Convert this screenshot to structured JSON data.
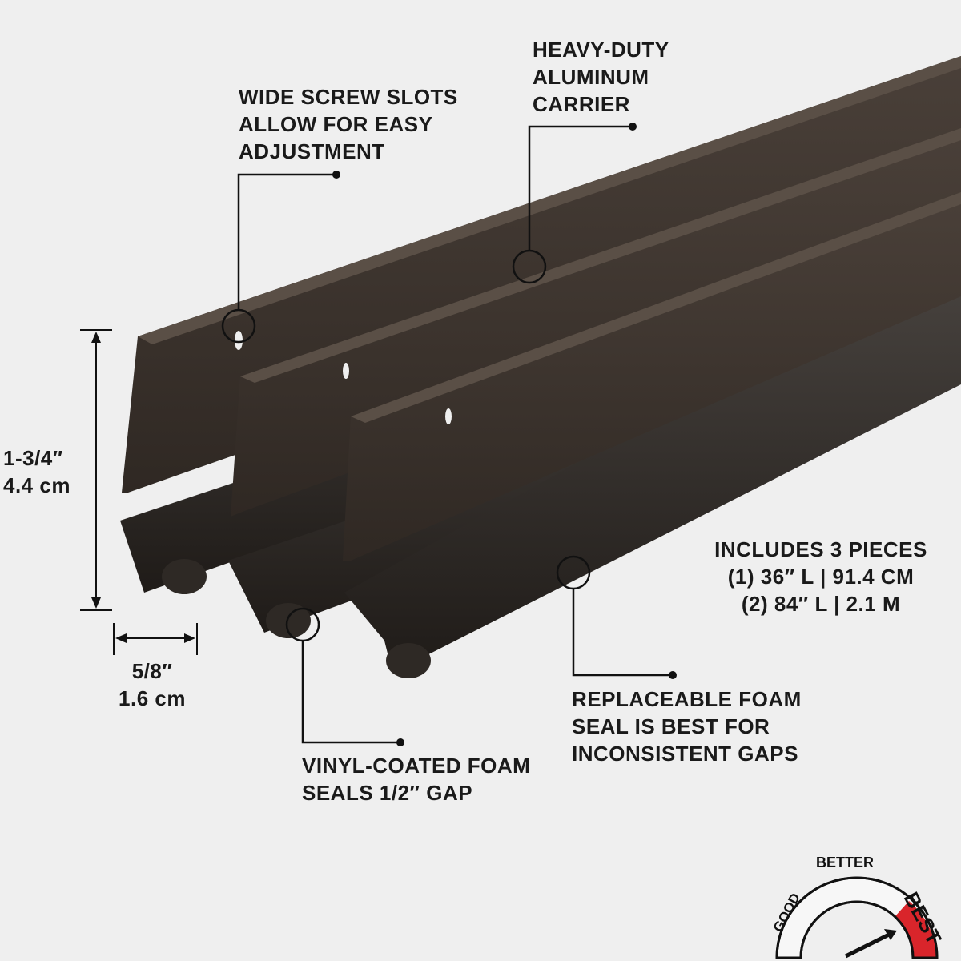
{
  "callouts": {
    "screw_slots": [
      "WIDE SCREW SLOTS",
      "ALLOW FOR EASY",
      "ADJUSTMENT"
    ],
    "carrier": [
      "HEAVY-DUTY",
      "ALUMINUM",
      "CARRIER"
    ],
    "replaceable": [
      "REPLACEABLE FOAM",
      "SEAL IS BEST FOR",
      "INCONSISTENT GAPS"
    ],
    "vinyl": [
      "VINYL-COATED FOAM",
      "SEALS 1/2″ GAP"
    ]
  },
  "includes": [
    "INCLUDES 3 PIECES",
    "(1) 36″ L | 91.4 cm",
    "(2) 84″ L | 2.1 m"
  ],
  "dimensions": {
    "height": [
      "1-3/4″",
      "4.4 cm"
    ],
    "width": [
      "5/8″",
      "1.6 cm"
    ]
  },
  "gauge": {
    "labels": [
      "GOOD",
      "BETTER",
      "BEST"
    ],
    "level": "BEST",
    "accent": "#d9252b"
  },
  "colors": {
    "background": "#efefef",
    "product": "#3a322c",
    "foam": "#2e2925"
  }
}
